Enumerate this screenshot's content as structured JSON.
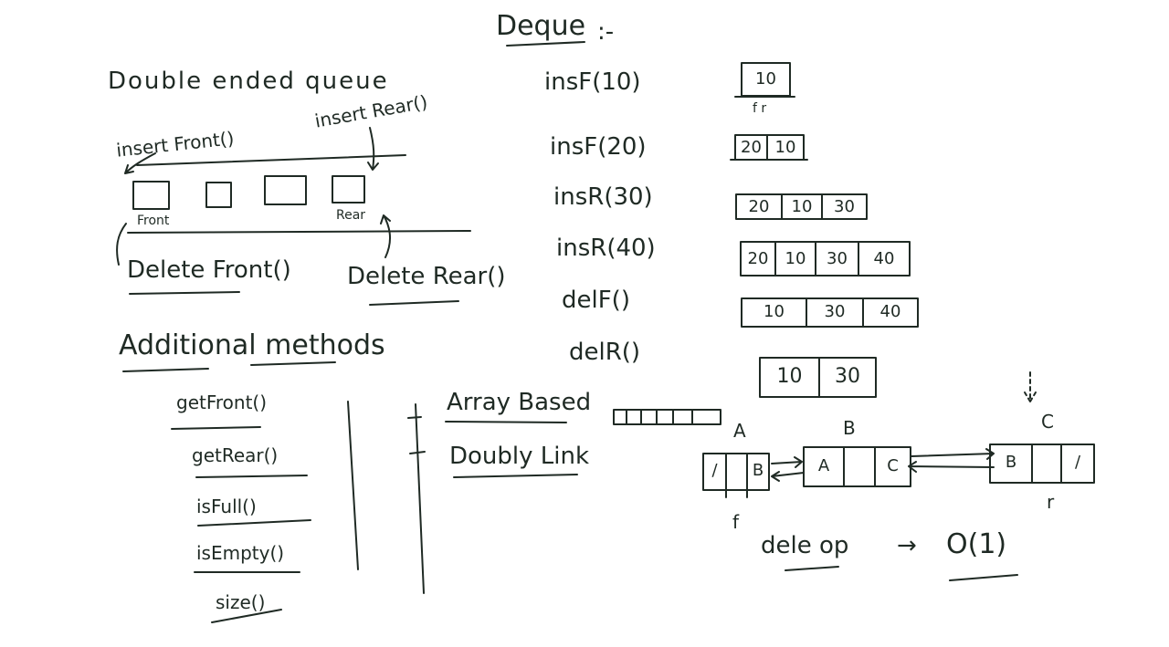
{
  "title": "Deque",
  "title_suffix": ":-",
  "subtitle": "Double ended queue",
  "queue": {
    "insert_front": "insert Front()",
    "insert_rear": "insert Rear()",
    "front": "Front",
    "rear": "Rear",
    "delete_front": "Delete Front()",
    "delete_rear": "Delete Rear()"
  },
  "additional": {
    "heading": "Additional methods",
    "methods": [
      "getFront()",
      "getRear()",
      "isFull()",
      "isEmpty()",
      "size()"
    ]
  },
  "implementations": [
    "Array Based",
    "Doubly Link"
  ],
  "operations": [
    {
      "op": "insF(10)",
      "cells": [
        "10"
      ]
    },
    {
      "op": "insF(20)",
      "cells": [
        "20",
        "10"
      ]
    },
    {
      "op": "insR(30)",
      "cells": [
        "20",
        "10",
        "30"
      ]
    },
    {
      "op": "insR(40)",
      "cells": [
        "20",
        "10",
        "30",
        "40"
      ]
    },
    {
      "op": "delF()",
      "cells": [
        "10",
        "30",
        "40"
      ]
    },
    {
      "op": "delR()",
      "cells": [
        "10",
        "30"
      ]
    }
  ],
  "first_box_marker": "f r",
  "dll": {
    "nodes": [
      {
        "name": "A",
        "left": "/",
        "right": "B"
      },
      {
        "name": "B",
        "left": "A",
        "right": "C"
      },
      {
        "name": "C",
        "left": "B",
        "right": "/"
      }
    ],
    "front_marker": "f",
    "rear_marker": "r"
  },
  "complexity": {
    "label": "dele op",
    "arrow": "→",
    "value": "O(1)"
  }
}
